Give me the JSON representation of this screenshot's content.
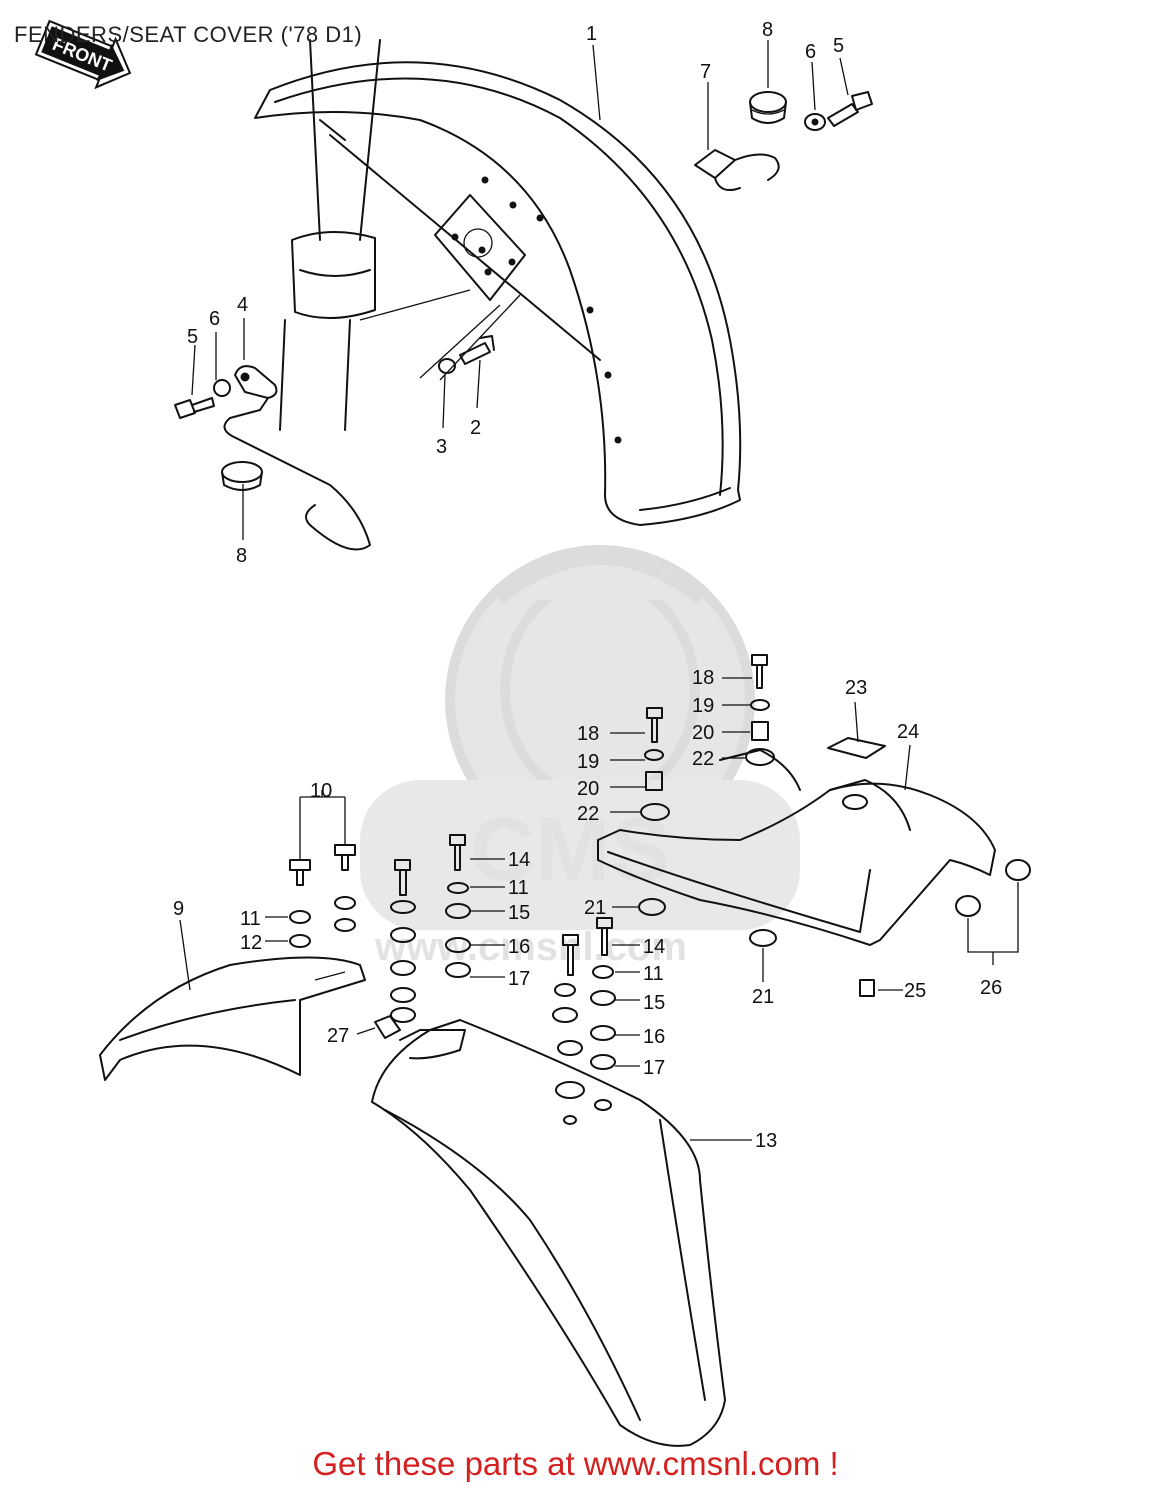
{
  "title": "FENDERS/SEAT COVER ('78 D1)",
  "footer": "Get these parts at www.cmsnl.com !",
  "front_arrow_label": "FRONT",
  "watermark": {
    "logo_text": "CMS",
    "url_text": "www.cmsnl.com"
  },
  "accent_color": "#d42020",
  "callouts": {
    "c1": "1",
    "c2": "2",
    "c3": "3",
    "c4": "4",
    "c5a": "5",
    "c5b": "5",
    "c6a": "6",
    "c6b": "6",
    "c7": "7",
    "c8a": "8",
    "c8b": "8",
    "c9": "9",
    "c10": "10",
    "c11a": "11",
    "c11b": "11",
    "c11c": "11",
    "c12": "12",
    "c13": "13",
    "c14a": "14",
    "c14b": "14",
    "c15a": "15",
    "c15b": "15",
    "c16a": "16",
    "c16b": "16",
    "c17a": "17",
    "c17b": "17",
    "c18a": "18",
    "c18b": "18",
    "c19a": "19",
    "c19b": "19",
    "c20a": "20",
    "c20b": "20",
    "c21a": "21",
    "c21b": "21",
    "c22a": "22",
    "c22b": "22",
    "c23": "23",
    "c24": "24",
    "c25": "25",
    "c26": "26",
    "c27": "27"
  }
}
